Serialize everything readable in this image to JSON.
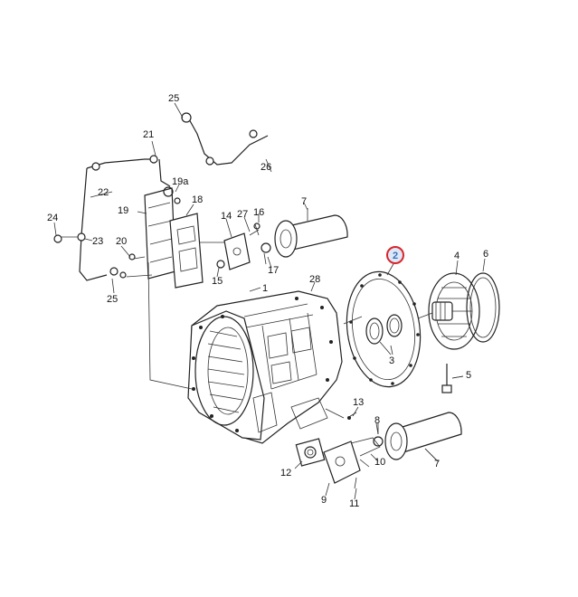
{
  "callouts": {
    "n1": "1",
    "n2": "2",
    "n3": "3",
    "n4": "4",
    "n5": "5",
    "n6": "6",
    "n7a": "7",
    "n7b": "7",
    "n8": "8",
    "n9": "9",
    "n10": "10",
    "n11": "11",
    "n12": "12",
    "n13": "13",
    "n14": "14",
    "n15": "15",
    "n16": "16",
    "n17": "17",
    "n18": "18",
    "n19": "19",
    "n19a": "19a",
    "n20": "20",
    "n21": "21",
    "n22": "22",
    "n23": "23",
    "n24": "24",
    "n25a": "25",
    "n25b": "25",
    "n26": "26",
    "n27": "27",
    "n28": "28"
  },
  "highlight": {
    "label": "2",
    "ring_color": "#d9262b",
    "fill_color": "#dce8f8",
    "text_color": "#3b6fb6"
  }
}
